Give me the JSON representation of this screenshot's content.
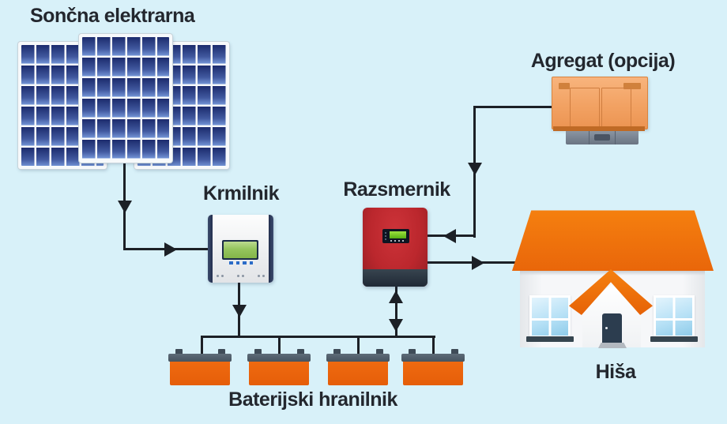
{
  "labels": {
    "solar": "Sončna elektrarna",
    "controller": "Krmilnik",
    "inverter": "Razsmernik",
    "generator": "Agregat (opcija)",
    "house": "Hiša",
    "batteries": "Baterijski hranilnik"
  },
  "counts": {
    "solar_panels": 3,
    "batteries": 4
  },
  "connections": [
    {
      "from": "Sončna elektrarna",
      "to": "Krmilnik",
      "direction": "one-way"
    },
    {
      "from": "Krmilnik",
      "to": "Baterijski hranilnik",
      "direction": "one-way"
    },
    {
      "from": "Baterijski hranilnik",
      "to": "Razsmernik",
      "direction": "two-way"
    },
    {
      "from": "Agregat (opcija)",
      "to": "Razsmernik",
      "direction": "one-way"
    },
    {
      "from": "Razsmernik",
      "to": "Hiša",
      "direction": "one-way"
    }
  ],
  "colors": {
    "background": "#d8f1f9",
    "wire": "#1c2026",
    "text": "#23272e",
    "solar_cell_dark": "#1c2b6d",
    "solar_cell_light": "#7394d6",
    "inverter_red": "#bb272d",
    "inverter_base_dark": "#2b3644",
    "generator_orange": "#f2a263",
    "roof_orange": "#ed6c0c",
    "battery_orange": "#e8600d",
    "battery_top_gray": "#4d5b68",
    "controller_screen_green": "#95c55e",
    "inverter_screen_green": "#74d01c",
    "window_blue": "#b7e1f6"
  }
}
